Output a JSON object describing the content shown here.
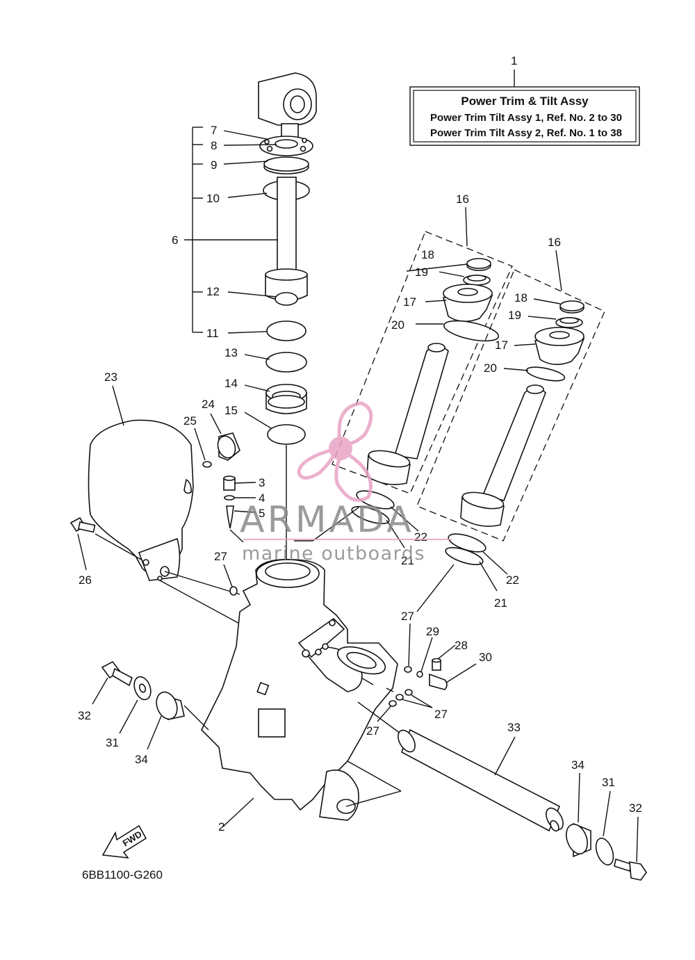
{
  "title_box": {
    "ref": "1",
    "line1": "Power Trim & Tilt Assy",
    "line2": "Power Trim Tilt Assy 1,   Ref. No.  2  to  30",
    "line3": "Power Trim Tilt Assy 2,   Ref. No.  1  to  38"
  },
  "diagram_code": "6BB1100-G260",
  "fwd_label": "FWD",
  "watermark": {
    "name": "ARMADA",
    "tagline": "marine outboards"
  },
  "callouts": {
    "c1": "1",
    "c2": "2",
    "c3": "3",
    "c4": "4",
    "c5": "5",
    "c6": "6",
    "c7": "7",
    "c8": "8",
    "c9": "9",
    "c10": "10",
    "c11": "11",
    "c12": "12",
    "c13": "13",
    "c14": "14",
    "c15": "15",
    "c16a": "16",
    "c16b": "16",
    "c17a": "17",
    "c17b": "17",
    "c18a": "18",
    "c18b": "18",
    "c19a": "19",
    "c19b": "19",
    "c20a": "20",
    "c20b": "20",
    "c21a": "21",
    "c21b": "21",
    "c22a": "22",
    "c22b": "22",
    "c23": "23",
    "c24": "24",
    "c25": "25",
    "c26": "26",
    "c27a": "27",
    "c27b": "27",
    "c27c": "27",
    "c27d": "27",
    "c28": "28",
    "c29": "29",
    "c30": "30",
    "c31a": "31",
    "c31b": "31",
    "c32a": "32",
    "c32b": "32",
    "c33": "33",
    "c34a": "34",
    "c34b": "34"
  },
  "colors": {
    "line": "#111111",
    "watermark_pink": "#e8a3c4",
    "watermark_gray": "#8a8a8a"
  }
}
